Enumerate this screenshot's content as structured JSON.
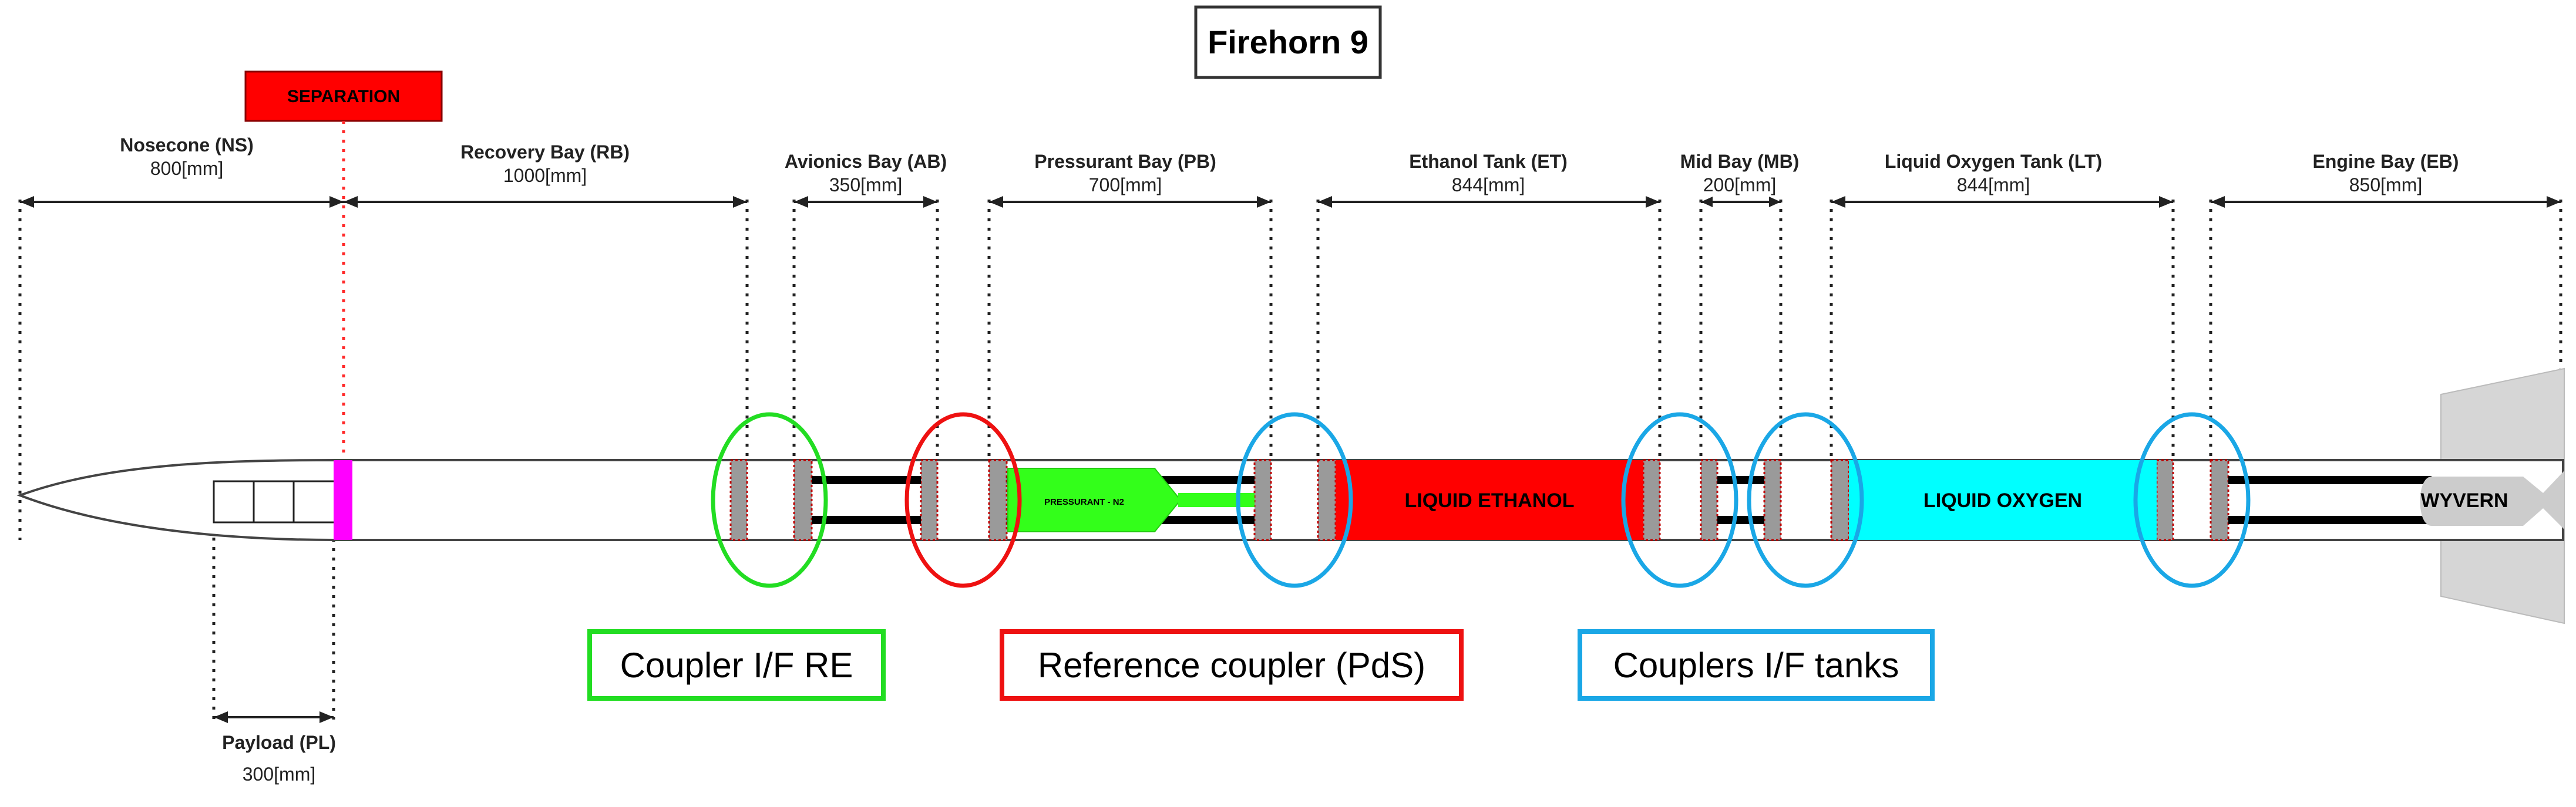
{
  "title": "Firehorn 9",
  "separation_label": "SEPARATION",
  "sections": [
    {
      "id": "ns",
      "name": "Nosecone (NS)",
      "length": "800[mm]"
    },
    {
      "id": "rb",
      "name": "Recovery Bay (RB)",
      "length": "1000[mm]"
    },
    {
      "id": "ab",
      "name": "Avionics Bay (AB)",
      "length": "350[mm]"
    },
    {
      "id": "pb",
      "name": "Pressurant Bay (PB)",
      "length": "700[mm]"
    },
    {
      "id": "et",
      "name": "Ethanol Tank (ET)",
      "length": "844[mm]"
    },
    {
      "id": "mb",
      "name": "Mid Bay (MB)",
      "length": "200[mm]"
    },
    {
      "id": "lt",
      "name": "Liquid Oxygen Tank (LT)",
      "length": "844[mm]"
    },
    {
      "id": "eb",
      "name": "Engine Bay (EB)",
      "length": "850[mm]"
    }
  ],
  "payload": {
    "name": "Payload (PL)",
    "length": "300[mm]"
  },
  "tanks": {
    "pressurant": "PRESSURANT - N2",
    "ethanol": "LIQUID ETHANOL",
    "oxygen": "LIQUID OXYGEN",
    "engine": "WYVERN"
  },
  "legend": [
    {
      "label": "Coupler I/F RE",
      "color": "#22dd22"
    },
    {
      "label": "Reference coupler (PdS)",
      "color": "#ee1111"
    },
    {
      "label": "Couplers I/F tanks",
      "color": "#1aa7e6"
    }
  ],
  "colors": {
    "separation": "#ff0000",
    "separation_ring": "#ff00ff",
    "pressurant": "#33ff1a",
    "ethanol": "#ff0000",
    "oxygen": "#00ffff",
    "engine": "#cccccc"
  }
}
